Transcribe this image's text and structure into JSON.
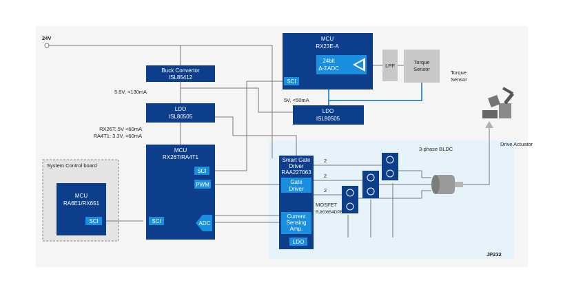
{
  "labels": {
    "supply_24v": "24V",
    "buck_title": "Buck Convertor",
    "buck_part": "ISL85412",
    "buck_out": "5.5V, <130mA",
    "ldo1_title": "LDO",
    "ldo1_part": "ISL80505",
    "ldo1_out_a": "RX26T: 5V <60mA",
    "ldo1_out_b": "RA4T1: 3.3V, <60mA",
    "mcu_main_title": "MCU",
    "mcu_main_part": "RX26T/RA4T1",
    "mcu_sci": "SCI",
    "mcu_pwm": "PWM",
    "mcu_sci2": "SCI",
    "mcu_adc": "ADC",
    "mcu_top_title": "MCU",
    "mcu_top_part": "RX23E-A",
    "adc_line1": "24bit",
    "adc_line2": "Δ-ΣADC",
    "mcu_top_sci": "SCI",
    "lpf": "LPF",
    "torque_in_1": "Torque",
    "torque_in_2": "Sensor",
    "torque_out_1": "Torque",
    "torque_out_2": "Sensor",
    "ldo2_in": "5V, <50mA",
    "ldo2_title": "LDO",
    "ldo2_part": "ISL80505",
    "system_board": "System Control board",
    "mcu_sys_title": "MCU",
    "mcu_sys_part": "RA6E1/RX651",
    "mcu_sys_sci": "SCI",
    "bldc_title": "3-phase BLDC",
    "sgd_1": "Smart Gate",
    "sgd_2": "Driver",
    "sgd_3": "RAA227063",
    "gate_1": "Gate",
    "gate_2": "Driver",
    "csa_1": "Current",
    "csa_2": "Sensing",
    "csa_3": "Amp.",
    "sgd_ldo": "LDO",
    "mosfet_1": "MOSFET",
    "mosfet_2": "RJK0654DPB",
    "wire_count_1": "2",
    "wire_count_2": "2",
    "wire_count_3": "2",
    "drive_actuator": "Drive Actuator",
    "board_id": "JP232"
  },
  "colors": {
    "block": "#0d3e8c",
    "highlight": "#1a8fe0",
    "sensor_gray": "#c8c8c8",
    "bldc_area": "#e6f3fb",
    "background": "#f5f5f5"
  }
}
